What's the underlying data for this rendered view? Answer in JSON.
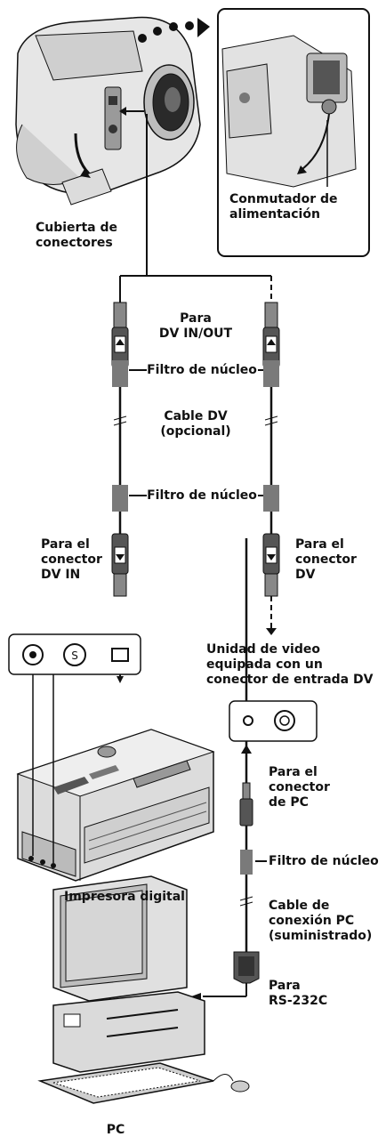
{
  "labels": {
    "power_switch": [
      "Conmutador de",
      "alimentación"
    ],
    "connector_cover": [
      "Cubierta de",
      "conectores"
    ],
    "to_dv_inout": [
      "Para",
      "DV IN/OUT"
    ],
    "core_filter_1": "Filtro de núcleo",
    "dv_cable": [
      "Cable DV",
      "(opcional)"
    ],
    "core_filter_2": "Filtro de núcleo",
    "to_dv_in": [
      "Para el",
      "conector",
      "DV IN"
    ],
    "to_dv": [
      "Para el",
      "conector",
      "DV"
    ],
    "video_unit": [
      "Unidad de video",
      "equipada con un",
      "conector de entrada DV"
    ],
    "to_pc_connector": [
      "Para el",
      "conector",
      "de PC"
    ],
    "core_filter_3": "Filtro de núcleo",
    "pc_cable": [
      "Cable de",
      "conexión PC",
      "(suministrado)"
    ],
    "printer": "Impresora digital",
    "to_rs232c": [
      "Para",
      "RS-232C"
    ],
    "pc": "PC"
  },
  "colors": {
    "line": "#111111",
    "filter": "#7a7a7a",
    "device": "#d8d8d8",
    "device_dark": "#6a6a6a"
  }
}
